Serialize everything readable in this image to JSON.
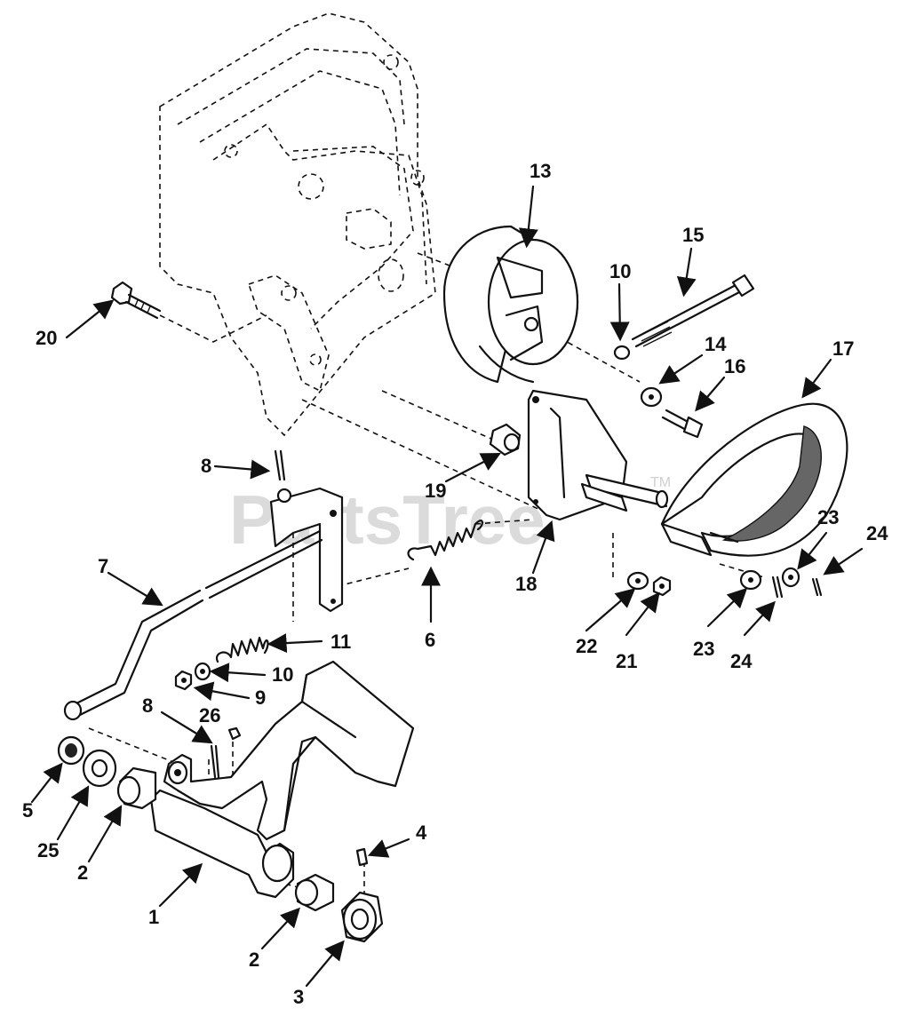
{
  "watermark": {
    "text": "PartsTree",
    "tm": "TM"
  },
  "callouts": {
    "c1": "1",
    "c2a": "2",
    "c2b": "2",
    "c3": "3",
    "c4": "4",
    "c5": "5",
    "c6": "6",
    "c7": "7",
    "c8a": "8",
    "c8b": "8",
    "c9": "9",
    "c10a": "10",
    "c10b": "10",
    "c11": "11",
    "c13": "13",
    "c14": "14",
    "c15": "15",
    "c16": "16",
    "c17": "17",
    "c18": "18",
    "c19": "19",
    "c20": "20",
    "c21": "21",
    "c22": "22",
    "c23a": "23",
    "c23b": "23",
    "c24a": "24",
    "c24b": "24",
    "c25": "25",
    "c26": "26"
  }
}
